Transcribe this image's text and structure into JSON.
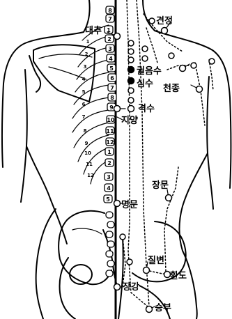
{
  "diagram": {
    "acupoints": [
      {
        "label": "대추",
        "marker": "open"
      },
      {
        "label": "견정",
        "marker": "open"
      },
      {
        "label": "궐음수",
        "marker": "filled"
      },
      {
        "label": "심수",
        "marker": "filled"
      },
      {
        "label": "천종",
        "marker": "open"
      },
      {
        "label": "격수",
        "marker": "open"
      },
      {
        "label": "지양",
        "marker": "open"
      },
      {
        "label": "장문",
        "marker": "open"
      },
      {
        "label": "명문",
        "marker": "open"
      },
      {
        "label": "질변",
        "marker": "open"
      },
      {
        "label": "환도",
        "marker": "open"
      },
      {
        "label": "장강",
        "marker": "open"
      },
      {
        "label": "승부",
        "marker": "open"
      }
    ],
    "vertebra_numbers": [
      "8",
      "7",
      "1",
      "2",
      "3",
      "4",
      "5",
      "6",
      "7",
      "8",
      "9",
      "10",
      "11",
      "12",
      "1",
      "2",
      "3",
      "4",
      "5"
    ],
    "rib_numbers": [
      "1",
      "2",
      "3",
      "4",
      "5",
      "6",
      "7",
      "8",
      "9",
      "10",
      "11",
      "12"
    ]
  }
}
